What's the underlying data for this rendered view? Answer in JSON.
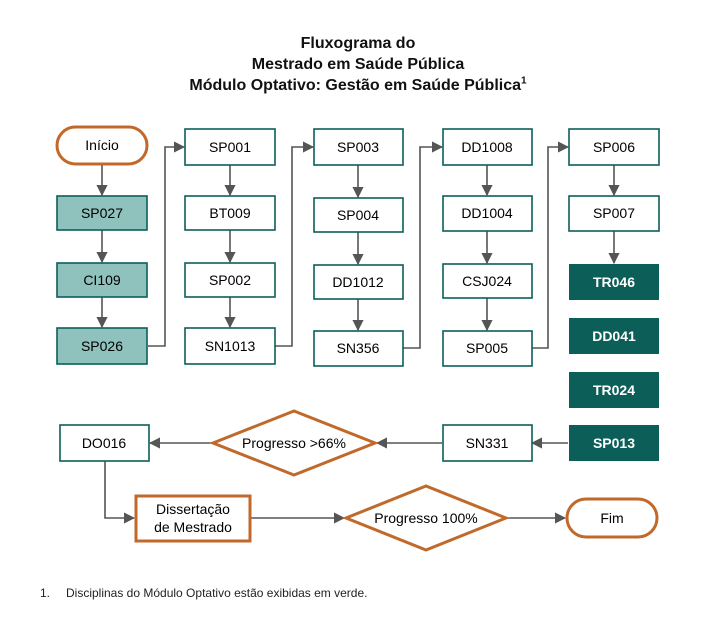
{
  "title": {
    "line1": "Fluxograma do",
    "line2": "Mestrado em Saúde Pública",
    "line3": "Módulo Optativo: Gestão em Saúde Pública",
    "line3_sup": "1"
  },
  "colors": {
    "teal_light": "#8fc1bd",
    "teal_dark": "#0c5f59",
    "stroke": "#0c5f59",
    "orange": "#c0692a",
    "arrow": "#555555"
  },
  "nodes": {
    "inicio": "Início",
    "sp027": "SP027",
    "ci109": "CI109",
    "sp026": "SP026",
    "sp001": "SP001",
    "bt009": "BT009",
    "sp002": "SP002",
    "sn1013": "SN1013",
    "sp003": "SP003",
    "sp004": "SP004",
    "dd1012": "DD1012",
    "sn356": "SN356",
    "dd1008": "DD1008",
    "dd1004": "DD1004",
    "csj024": "CSJ024",
    "sp005": "SP005",
    "sp006": "SP006",
    "sp007": "SP007",
    "tr046": "TR046",
    "dd041": "DD041",
    "tr024": "TR024",
    "sp013": "SP013",
    "sn331": "SN331",
    "progresso66": "Progresso >66%",
    "do016": "DO016",
    "dissertacao_l1": "Dissertação",
    "dissertacao_l2": "de Mestrado",
    "progresso100": "Progresso 100%",
    "fim": "Fim"
  },
  "footnote": {
    "number": "1.",
    "text": "Disciplinas do Módulo Optativo estão exibidas em verde."
  }
}
